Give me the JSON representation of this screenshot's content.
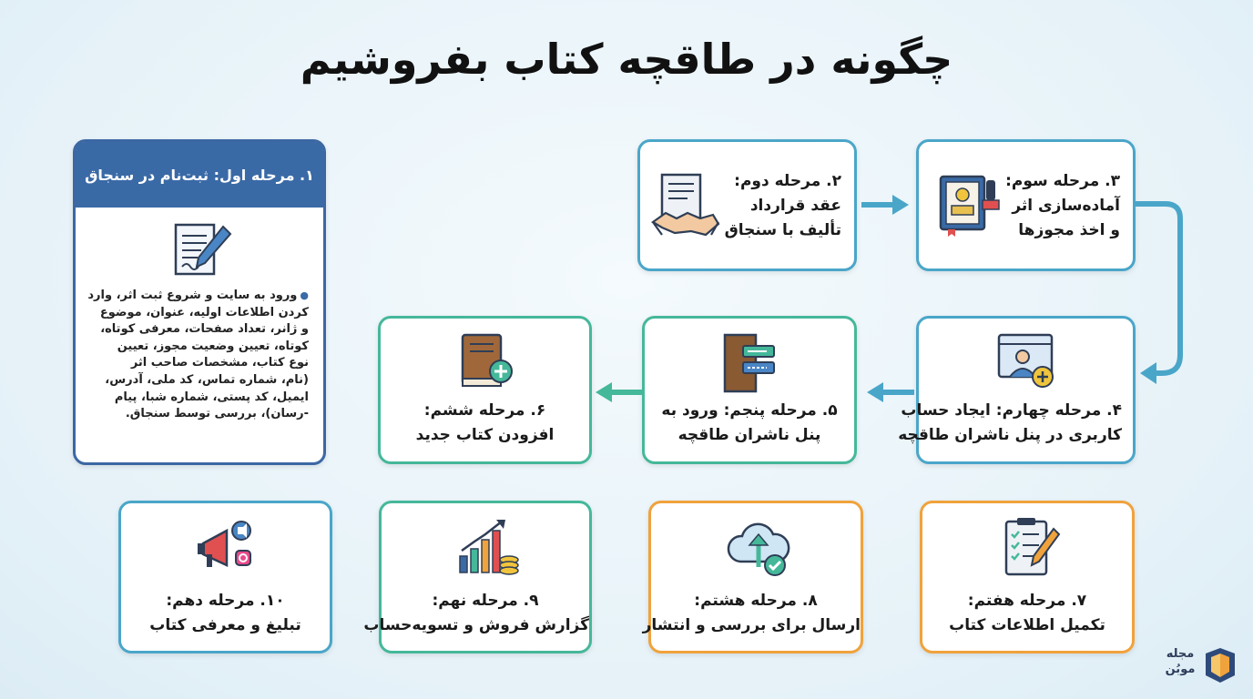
{
  "title": "چگونه در طاقچه کتاب بفروشیم",
  "step1": {
    "header": "۱. مرحله اول: ثبت‌نام در سنجاق",
    "bullet": "●",
    "lines": [
      "ورود به سایت و شروع ثبت اثر، وارد",
      "کردن اطلاعات اولیه، عنوان، موضوع",
      "و ژانر، تعداد صفحات، معرفی کوتاه،",
      "کوتاه، تعیین وضعیت مجوز، تعیین",
      "نوع کتاب، مشخصات صاحب اثر",
      "(نام، شماره تماس، کد ملی، آدرس،",
      "ایمیل، کد پستی، شماره شبا، پیام",
      "-رسان)، بررسی توسط سنجاق."
    ],
    "icon": "document-pen-icon"
  },
  "step2": {
    "lines": [
      "۲. مرحله دوم:",
      "عقد قرارداد",
      "تألیف با سنجاق"
    ],
    "icon": "contract-handshake-icon"
  },
  "step3": {
    "lines": [
      "۳. مرحله سوم:",
      "آماده‌سازی اثر",
      "و اخذ مجوزها"
    ],
    "icon": "book-stamp-icon"
  },
  "step4": {
    "lines": [
      "۴. مرحله چهارم: ایجاد حساب",
      "کاربری در پنل ناشران طاقچه"
    ],
    "icon": "user-add-icon"
  },
  "step5": {
    "lines": [
      "۵. مرحله پنجم: ورود به",
      "پنل ناشران طاقچه"
    ],
    "icon": "door-login-icon"
  },
  "step6": {
    "lines": [
      "۶. مرحله ششم:",
      "افزودن کتاب جدید"
    ],
    "icon": "book-add-icon"
  },
  "step7": {
    "lines": [
      "۷. مرحله هفتم:",
      "تکمیل اطلاعات کتاب"
    ],
    "icon": "clipboard-checklist-icon"
  },
  "step8": {
    "lines": [
      "۸. مرحله هشتم:",
      "ارسال برای بررسی و انتشار"
    ],
    "icon": "cloud-upload-icon"
  },
  "step9": {
    "lines": [
      "۹. مرحله نهم:",
      "گزارش فروش و تسویه‌حساب"
    ],
    "icon": "growth-chart-icon"
  },
  "step10": {
    "lines": [
      "۱۰. مرحله دهم:",
      "تبلیغ و معرفی کتاب"
    ],
    "icon": "megaphone-icon"
  },
  "logo": {
    "lines": [
      "مجله",
      "موبُن"
    ],
    "icon": "logo-book-icon"
  },
  "colors": {
    "blue": "#4aa6c9",
    "teal": "#45b89a",
    "orange": "#f0a23c",
    "navy": "#3a6aa6"
  }
}
